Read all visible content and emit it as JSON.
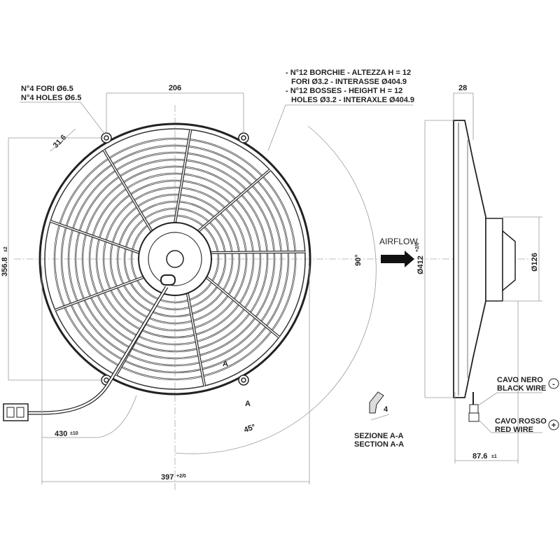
{
  "front_view": {
    "holes_note_it": "N°4 FORI Ø6.5",
    "holes_note_en": "N°4 HOLES Ø6.5",
    "dim_top": "206",
    "dim_diag": "31.6",
    "dim_height": "356.8",
    "dim_height_tol": "±2",
    "dim_width": "397",
    "dim_width_tol": "+2/0",
    "dim_cable": "430",
    "dim_cable_tol": "±10",
    "angle_90": "90°",
    "angle_45": "45°",
    "section_marker": "A"
  },
  "bosses_note": {
    "line1": "- N°12 BORCHIE - ALTEZZA H = 12",
    "line2": "FORI Ø3.2 - INTERASSE Ø404.9",
    "line3": "- N°12 BOSSES - HEIGHT H = 12",
    "line4": "HOLES Ø3.2 - INTERAXLE Ø404.9"
  },
  "airflow_label": "AIRFLOW",
  "section": {
    "dim": "4",
    "label_it": "SEZIONE A-A",
    "label_en": "SECTION A-A"
  },
  "side_view": {
    "dim_depth_top": "28",
    "dim_diameter": "Ø412",
    "dim_diameter_tol": "+2/0",
    "dim_motor": "Ø126",
    "dim_depth": "87.6",
    "dim_depth_tol": "±1",
    "black_wire_it": "CAVO NERO",
    "black_wire_en": "BLACK WIRE",
    "black_wire_symbol": "-",
    "red_wire_it": "CAVO ROSSO",
    "red_wire_en": "RED WIRE",
    "red_wire_symbol": "+"
  }
}
